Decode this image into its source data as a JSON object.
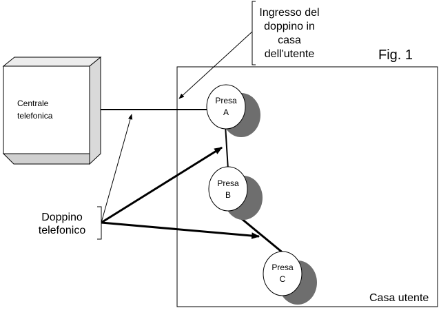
{
  "figure": {
    "label": "Fig. 1"
  },
  "exchange": {
    "line1": "Centrale",
    "line2": "telefonica"
  },
  "house": {
    "label": "Casa utente"
  },
  "entry_note": {
    "line1": "Ingresso del",
    "line2": "doppino in",
    "line3": "casa",
    "line4": "dell'utente"
  },
  "pair_note": {
    "line1": "Doppino",
    "line2": "telefonico"
  },
  "sockets": [
    {
      "line1": "Presa",
      "line2": "A"
    },
    {
      "line1": "Presa",
      "line2": "B"
    },
    {
      "line1": "Presa",
      "line2": "C"
    }
  ],
  "colors": {
    "shadow": "#6e6e6e",
    "box_side": "#d9d9d9",
    "line": "#000000"
  }
}
